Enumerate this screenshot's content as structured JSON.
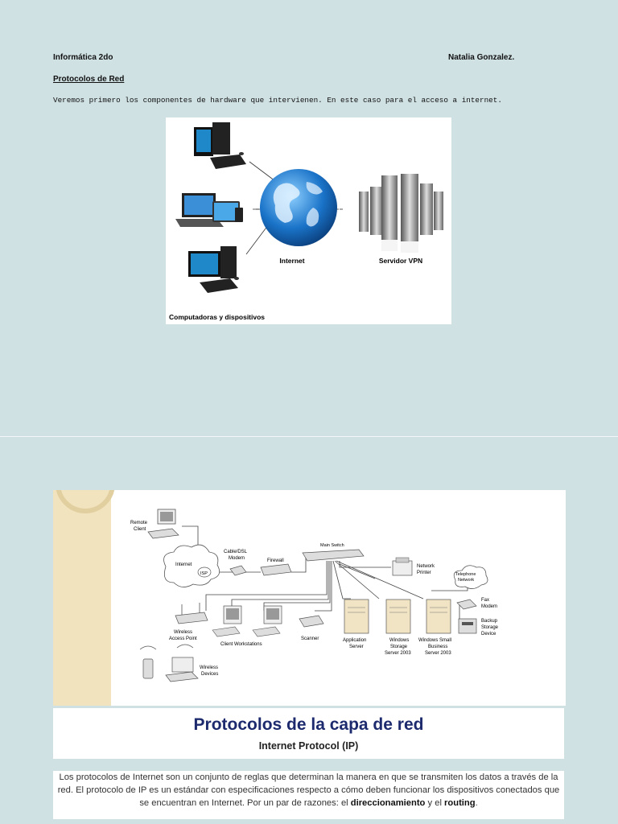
{
  "header": {
    "subject": "Informática 2do",
    "author": "Natalia Gonzalez."
  },
  "section_title": "Protocolos de Red",
  "intro_text": "Veremos primero los componentes de hardware que intervienen. En este caso para el acceso a internet.",
  "figure1": {
    "internet_label": "Internet",
    "server_label": "Servidor VPN",
    "devices_label": "Computadoras y dispositivos"
  },
  "figure2": {
    "labels": {
      "remote_client_1": "Remote",
      "remote_client_2": "Client",
      "internet": "Internet",
      "isp": "ISP",
      "modem_1": "Cable/DSL",
      "modem_2": "Modem",
      "firewall": "Firewall",
      "main_switch": "Main Switch",
      "printer_1": "Network",
      "printer_2": "Printer",
      "telephone_1": "Telephone",
      "telephone_2": "Network",
      "fax_1": "Fax",
      "fax_2": "Modem",
      "backup_1": "Backup",
      "backup_2": "Storage",
      "backup_3": "Device",
      "access_point_1": "Wireless",
      "access_point_2": "Access Point",
      "workstations": "Client Workstations",
      "scanner": "Scanner",
      "app_server_1": "Application",
      "app_server_2": "Server",
      "storage_1": "Windows",
      "storage_2": "Storage",
      "storage_3": "Server 2003",
      "sbs_1": "Windows Small",
      "sbs_2": "Business",
      "sbs_3": "Server 2003",
      "wireless_1": "Wireless",
      "wireless_2": "Devices"
    }
  },
  "banner": {
    "title": "Protocolos de la capa de red",
    "subtitle": "Internet Protocol (IP)"
  },
  "paragraph": {
    "part1": "Los protocolos de Internet son un conjunto de reglas que determinan la manera en que se transmiten los datos a través de la red. El protocolo de IP es un estándar con especificaciones respecto a cómo deben funcionar los dispositivos conectados que se encuentran en Internet. Por un par de razones: el ",
    "bold1": "direccionamiento",
    "part2": " y el ",
    "bold2": "routing",
    "part3": "."
  },
  "colors": {
    "page_background": "#d0e1e4",
    "banner_title": "#1d2b6e"
  }
}
